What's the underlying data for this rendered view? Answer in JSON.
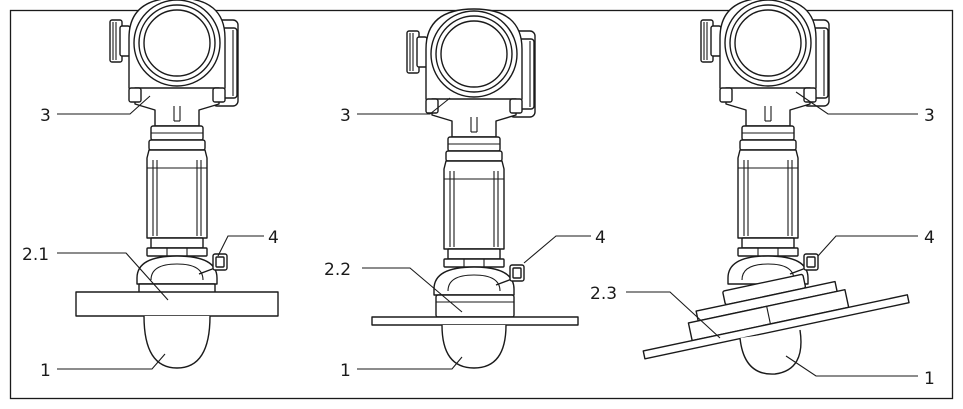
{
  "figure": {
    "line_color": "#1a1a1a",
    "background": "#ffffff",
    "variants": [
      {
        "id": "flush-mount-flange",
        "callouts": {
          "housing": "3",
          "connector": "4",
          "flange": "2.1",
          "antenna": "1"
        }
      },
      {
        "id": "thin-plate-flange",
        "callouts": {
          "housing": "3",
          "connector": "4",
          "flange": "2.2",
          "antenna": "1"
        }
      },
      {
        "id": "tilted-alignment-flange",
        "callouts": {
          "housing": "3",
          "connector": "4",
          "flange": "2.3",
          "antenna": "1"
        }
      }
    ]
  }
}
